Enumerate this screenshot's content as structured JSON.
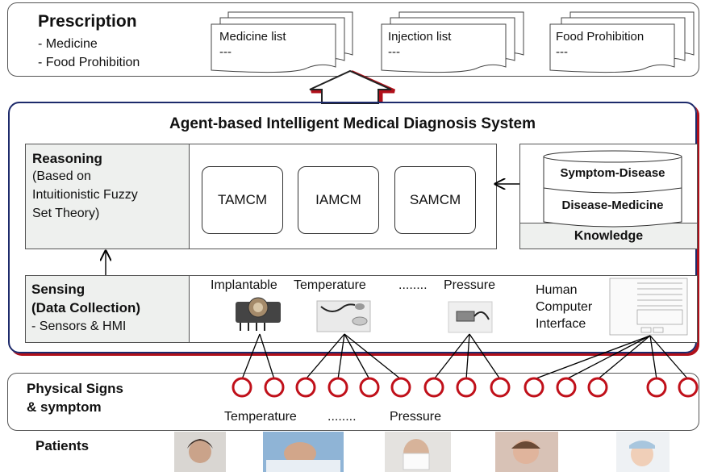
{
  "prescription": {
    "title": "Prescription",
    "items": [
      "- Medicine",
      "- Food Prohibition"
    ],
    "documents": [
      {
        "title": "Medicine list",
        "body": "---"
      },
      {
        "title": "Injection list",
        "body": "---"
      },
      {
        "title": "Food Prohibition",
        "body": "---"
      }
    ]
  },
  "system": {
    "title": "Agent-based Intelligent Medical Diagnosis System"
  },
  "reasoning": {
    "title": "Reasoning",
    "lines": [
      "(Based on",
      "Intuitionistic Fuzzy",
      "Set Theory)"
    ],
    "agents": [
      "TAMCM",
      "IAMCM",
      "SAMCM"
    ]
  },
  "knowledge": {
    "label": "Knowledge",
    "db_top": "Symptom-Disease",
    "db_bottom": "Disease-Medicine"
  },
  "sensing": {
    "title_lines": [
      "Sensing",
      "(Data Collection)"
    ],
    "subtitle": "- Sensors & HMI",
    "sensors": [
      "Implantable",
      "Temperature",
      "........",
      "Pressure"
    ],
    "hmi_lines": [
      "Human",
      "Computer",
      "Interface"
    ]
  },
  "physical": {
    "title_lines": [
      "Physical Signs",
      "& symptom"
    ],
    "labels": [
      "Temperature",
      "........",
      "Pressure"
    ]
  },
  "patients": {
    "label": "Patients"
  },
  "colors": {
    "node_red": "#c0101a",
    "system_border": "#1d2a6b",
    "arrow_red": "#b0101a"
  }
}
